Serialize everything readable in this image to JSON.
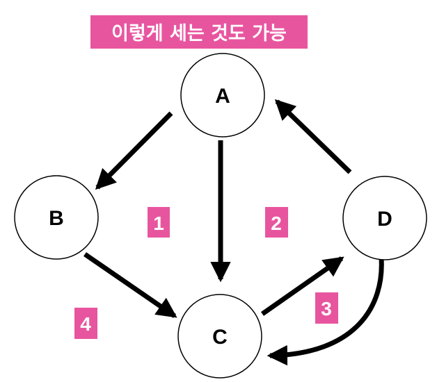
{
  "title": "이렇게 세는 것도 가능",
  "nodes": {
    "a": "A",
    "b": "B",
    "c": "C",
    "d": "D"
  },
  "regions": {
    "r1": "1",
    "r2": "2",
    "r3": "3",
    "r4": "4"
  },
  "colors": {
    "accent": "#e8559f",
    "label_text": "#ffffff",
    "stroke": "#000000"
  },
  "edges": [
    {
      "from": "A",
      "to": "B"
    },
    {
      "from": "A",
      "to": "C"
    },
    {
      "from": "B",
      "to": "C"
    },
    {
      "from": "C",
      "to": "D"
    },
    {
      "from": "D",
      "to": "A"
    },
    {
      "from": "D",
      "to": "C"
    }
  ]
}
